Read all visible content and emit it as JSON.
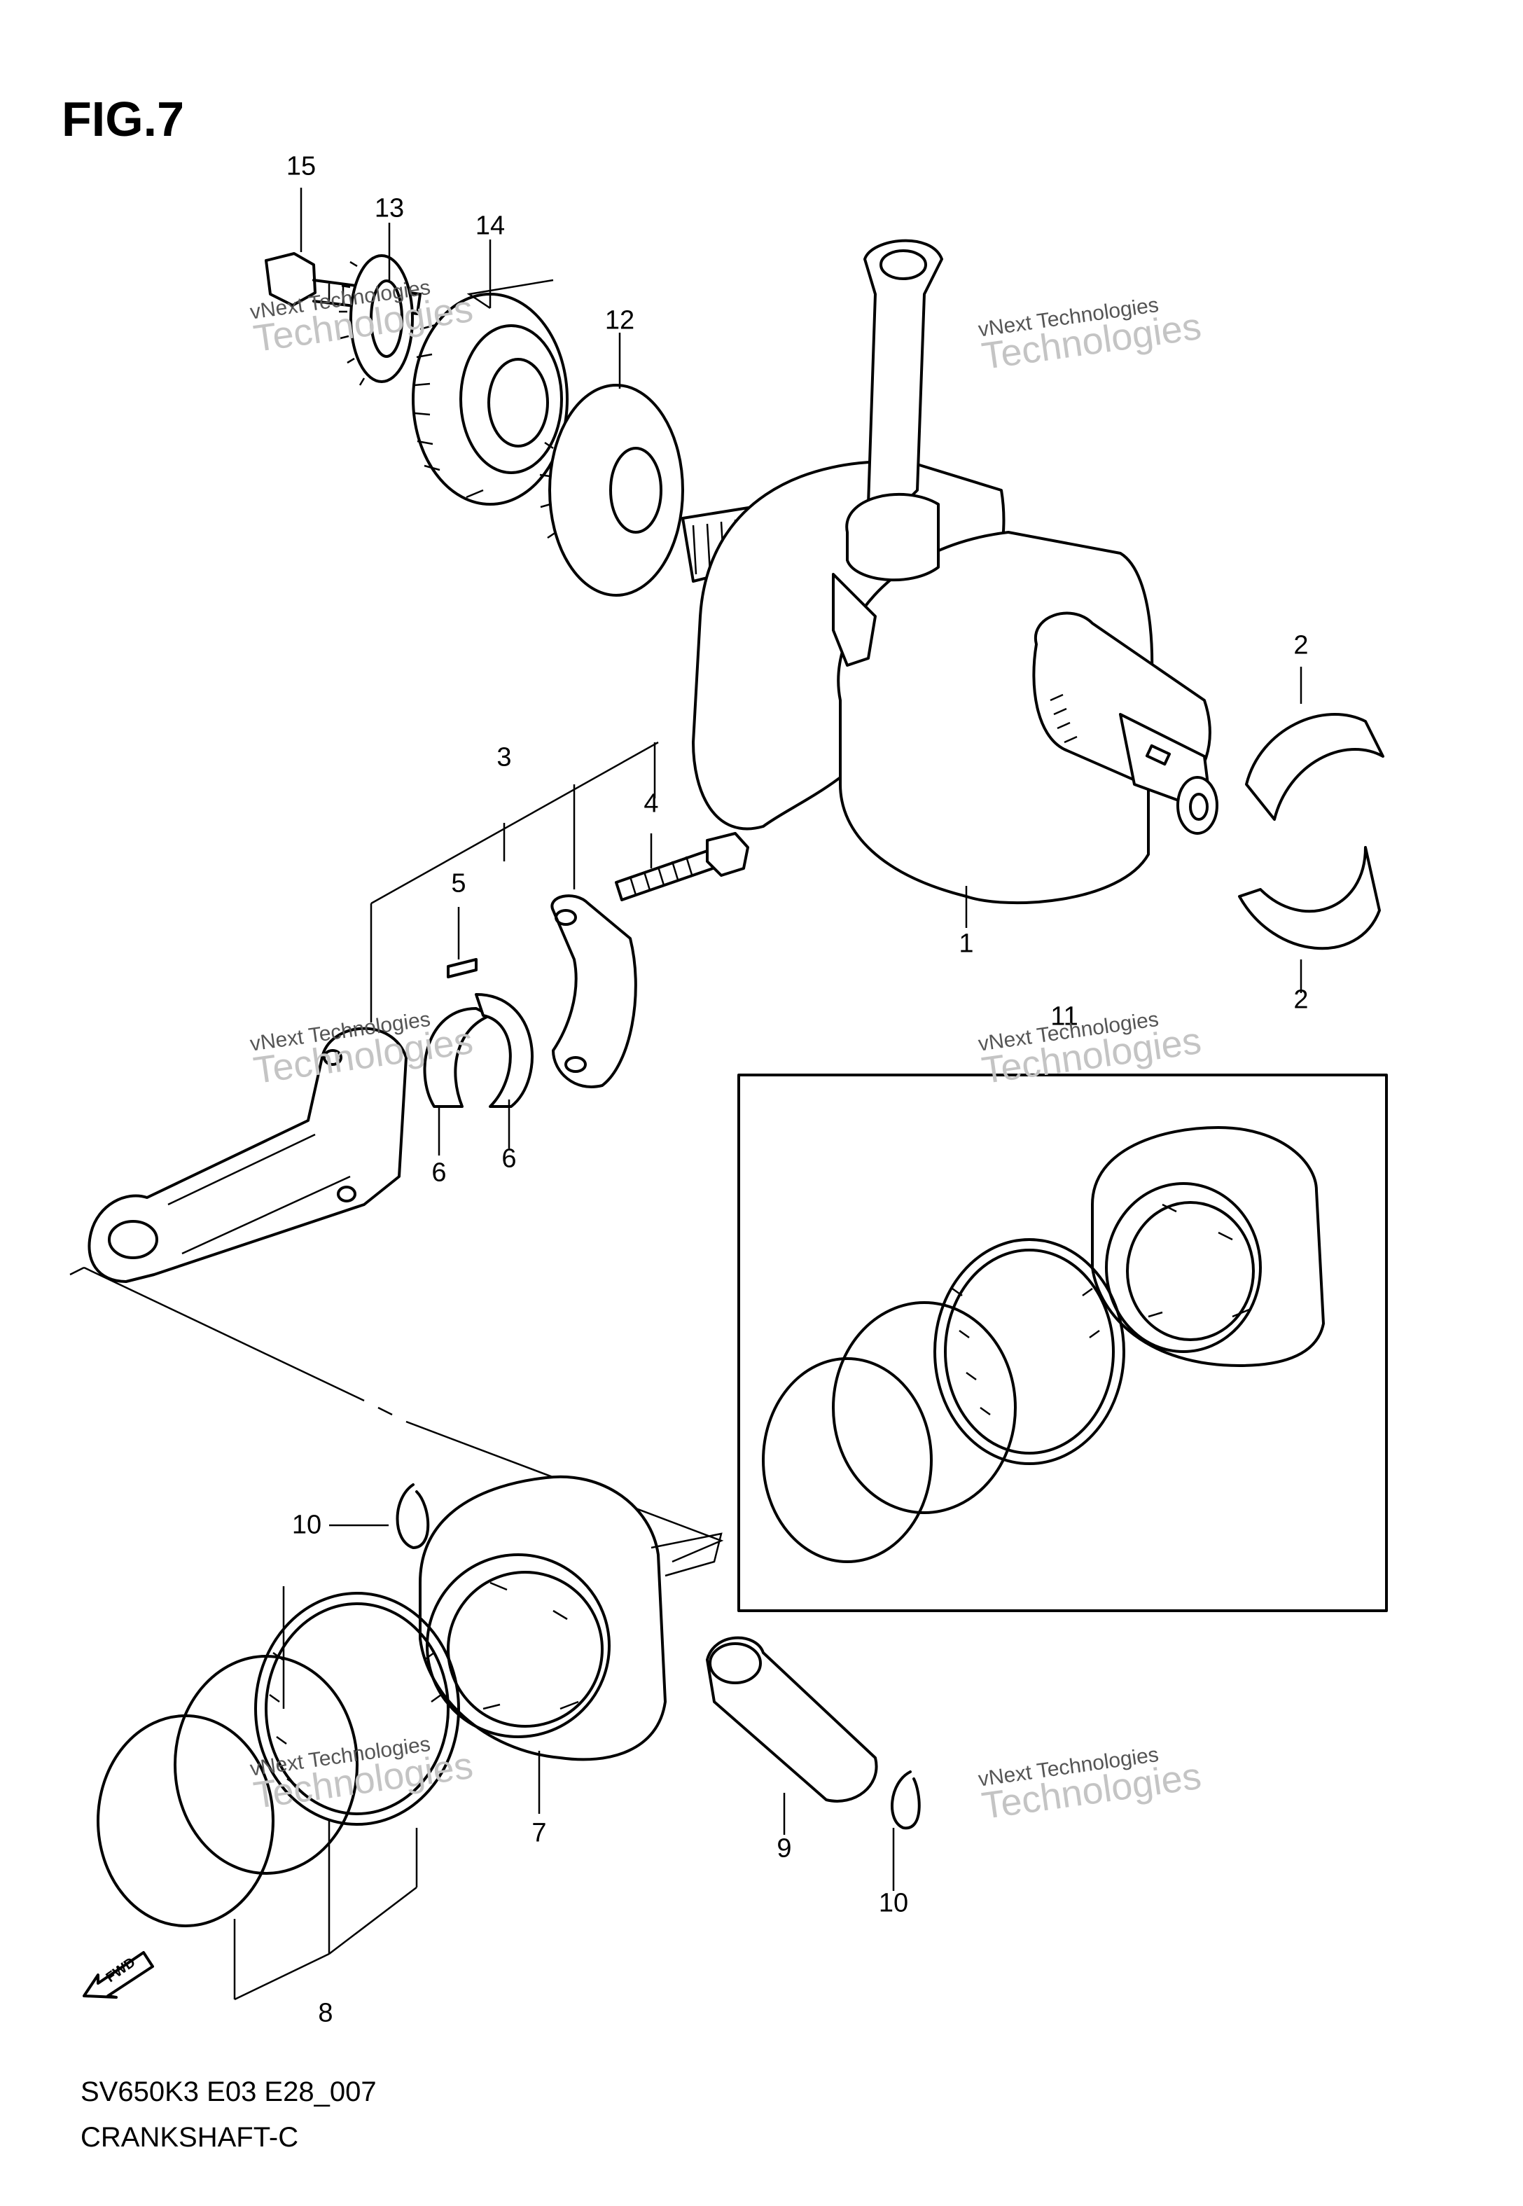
{
  "figure": {
    "title": "FIG.7"
  },
  "footer": {
    "model_code": "SV650K3 E03 E28_007",
    "section_name": "CRANKSHAFT-C"
  },
  "watermark": {
    "line1": "vNext Technologies",
    "line2": "Technologies",
    "line3": "vNext"
  },
  "callouts": [
    {
      "id": "15",
      "label": "15"
    },
    {
      "id": "13",
      "label": "13"
    },
    {
      "id": "14",
      "label": "14"
    },
    {
      "id": "12",
      "label": "12"
    },
    {
      "id": "2a",
      "label": "2"
    },
    {
      "id": "2b",
      "label": "2"
    },
    {
      "id": "3",
      "label": "3"
    },
    {
      "id": "4",
      "label": "4"
    },
    {
      "id": "5",
      "label": "5"
    },
    {
      "id": "1",
      "label": "1"
    },
    {
      "id": "11",
      "label": "11"
    },
    {
      "id": "6a",
      "label": "6"
    },
    {
      "id": "6b",
      "label": "6"
    },
    {
      "id": "10a",
      "label": "10"
    },
    {
      "id": "7",
      "label": "7"
    },
    {
      "id": "9",
      "label": "9"
    },
    {
      "id": "10b",
      "label": "10"
    },
    {
      "id": "8",
      "label": "8"
    }
  ],
  "fwd_arrow": {
    "label": "FWD",
    "icon": "fwd-arrow-icon"
  }
}
